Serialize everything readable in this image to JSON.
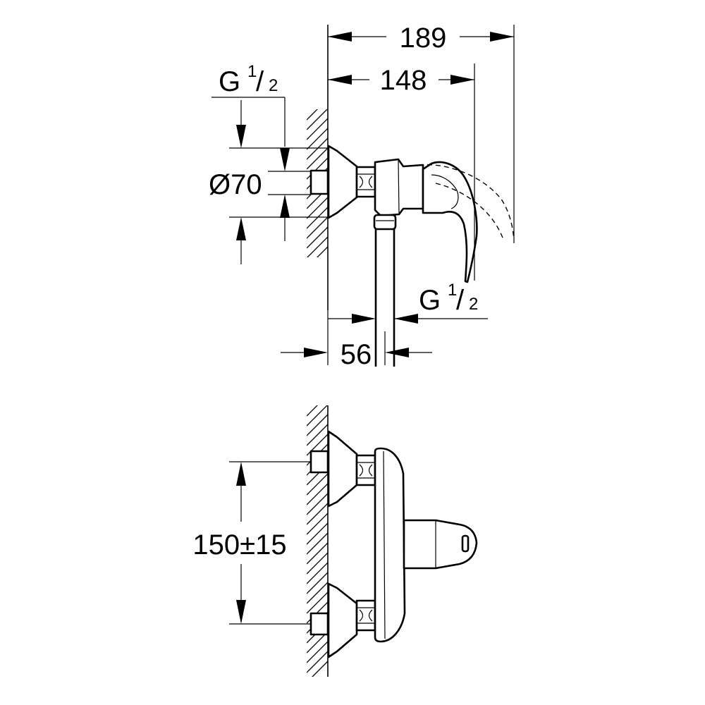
{
  "diagram": {
    "side_view": {
      "dim_overall_width": "189",
      "dim_handle_width": "148",
      "dim_diameter": "Ø70",
      "dim_wall_to_outlet": "56",
      "inlet_thread": {
        "base": "G",
        "num": "1",
        "den": "2"
      },
      "outlet_thread": {
        "base": "G",
        "num": "1",
        "den": "2"
      }
    },
    "front_view": {
      "dim_inlet_spacing": "150±15"
    }
  }
}
